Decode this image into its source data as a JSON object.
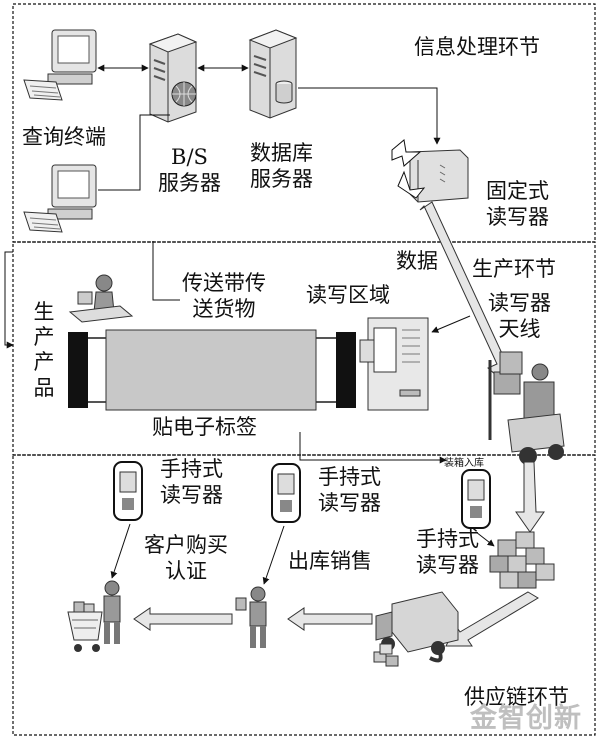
{
  "sections": {
    "info": "信息处理环节",
    "production": "生产环节",
    "supply": "供应链环节"
  },
  "labels": {
    "query_terminal": "查询终端",
    "bs_server": "B/S\n服务器",
    "db_server": "数据库\n服务器",
    "fixed_reader": "固定式\n读写器",
    "data": "数据",
    "reader_antenna": "读写器\n天线",
    "conveyor": "传送带传\n送货物",
    "rw_zone": "读写区域",
    "products": "生产产品",
    "tag": "贴电子标签",
    "boxing": "装箱入库",
    "handheld1": "手持式\n读写器",
    "handheld2": "手持式\n读写器",
    "handheld3": "手持式\n读写器",
    "customer_auth": "客户购买\n认证",
    "outbound": "出库销售"
  },
  "watermark": "金智创新",
  "colors": {
    "line": "#111111",
    "device": "#d9d9d9",
    "device_dark": "#8c8c8c",
    "conveyor": "#c8c8c8",
    "arrow_fill": "#e6e6e6"
  }
}
